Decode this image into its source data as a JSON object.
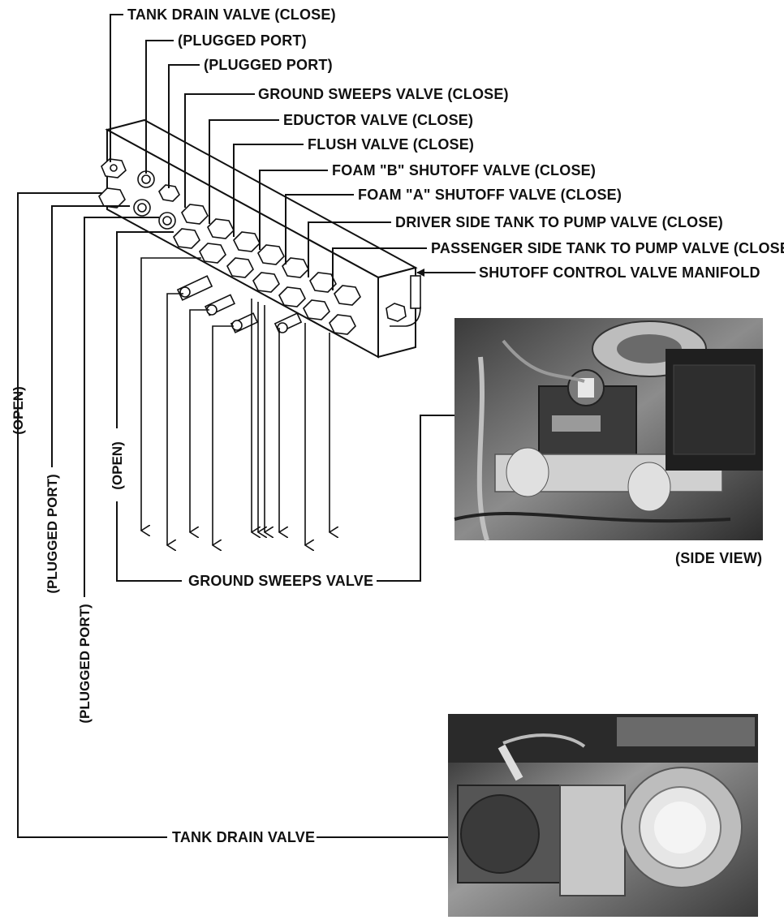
{
  "labels": {
    "tank_drain_close": "TANK DRAIN VALVE (CLOSE)",
    "plugged_port_1": "(PLUGGED PORT)",
    "plugged_port_2": "(PLUGGED PORT)",
    "ground_sweeps_close": "GROUND SWEEPS VALVE (CLOSE)",
    "eductor_close": "EDUCTOR VALVE (CLOSE)",
    "flush_close": "FLUSH VALVE (CLOSE)",
    "foam_b_close": "FOAM \"B\" SHUTOFF VALVE (CLOSE)",
    "foam_a_close": "FOAM \"A\" SHUTOFF VALVE (CLOSE)",
    "driver_side_close": "DRIVER SIDE TANK TO PUMP VALVE (CLOSE)",
    "passenger_side_close": "PASSENGER SIDE TANK TO PUMP VALVE (CLOSE)",
    "manifold": "SHUTOFF CONTROL VALVE MANIFOLD",
    "open_left": "(OPEN)",
    "plugged_port_left_1": "(PLUGGED PORT)",
    "plugged_port_left_2": "(PLUGGED PORT)",
    "open_mid": "(OPEN)",
    "side_view": "(SIDE VIEW)",
    "ground_sweeps_valve": "GROUND SWEEPS VALVE",
    "tank_drain_valve": "TANK DRAIN VALVE"
  },
  "colors": {
    "ink": "#111111",
    "photo_dark": "#2a2a2a",
    "photo_mid": "#8a8a8a",
    "photo_light": "#d6d6d6"
  }
}
